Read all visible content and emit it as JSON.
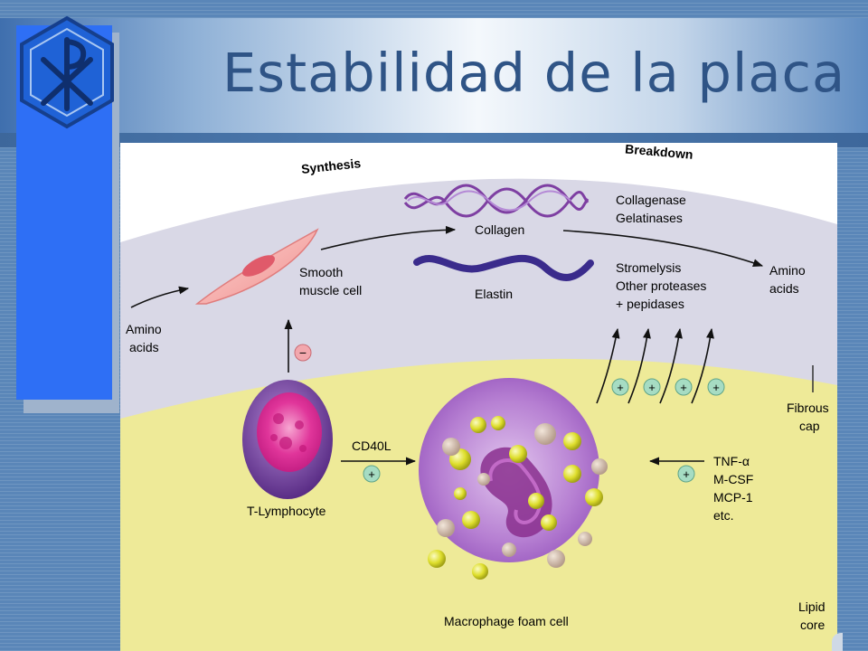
{
  "slide": {
    "title": "Estabilidad de la placa"
  },
  "logo": {
    "icon": "chi-rho-hexagon-icon"
  },
  "diagram": {
    "headings": {
      "synthesis": "Synthesis",
      "breakdown": "Breakdown"
    },
    "labels": {
      "collagen": "Collagen",
      "elastin": "Elastin",
      "smooth_muscle_line1": "Smooth",
      "smooth_muscle_line2": "muscle cell",
      "amino_left_line1": "Amino",
      "amino_left_line2": "acids",
      "amino_right_line1": "Amino",
      "amino_right_line2": "acids",
      "enzymes1_line1": "Collagenase",
      "enzymes1_line2": "Gelatinases",
      "enzymes2_line1": "Stromelysis",
      "enzymes2_line2": "Other proteases",
      "enzymes2_line3": "+ pepidases",
      "fibrous_line1": "Fibrous",
      "fibrous_line2": "cap",
      "t_lymphocyte": "T-Lymphocyte",
      "cd40l": "CD40L",
      "cytokine1": "TNF-α",
      "cytokine2": "M-CSF",
      "cytokine3": "MCP-1",
      "cytokine4": "etc.",
      "macrophage": "Macrophage foam cell",
      "lipid_line1": "Lipid",
      "lipid_line2": "core"
    },
    "signs": {
      "minus": "−",
      "plus": "+"
    },
    "colors": {
      "fibrous_cap": "#d9d8e6",
      "lipid_core": "#eeea98",
      "macrophage": "#b079cc",
      "lymphocyte_outer": "#6f3f96",
      "lymphocyte_nucleus": "#e0359a",
      "smooth_muscle": "#f5a3a3",
      "collagen": "#7e3fa2",
      "elastin": "#3a2b8c",
      "plus_badge": "#a6dcc3",
      "minus_badge": "#f2a7ad"
    }
  }
}
